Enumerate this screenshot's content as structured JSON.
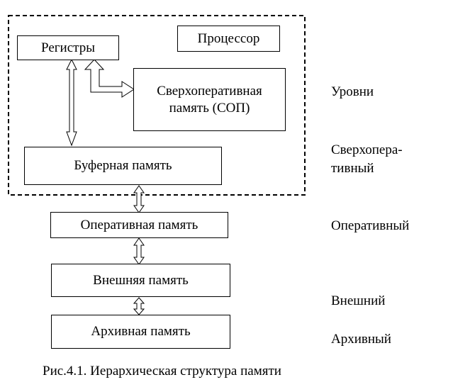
{
  "diagram": {
    "boxes": {
      "registers": "Регистры",
      "processor": "Процессор",
      "sop": "Сверхоперативная память (СОП)",
      "buffer": "Буферная память",
      "main_memory": "Оперативная память",
      "external_memory": "Внешняя память",
      "archive_memory": "Архивная память"
    },
    "levels": {
      "title": "Уровни",
      "super_line1": "Сверхопера-",
      "super_line2": "тивный",
      "operative": "Оперативный",
      "external": "Внешний",
      "archive": "Архивный"
    },
    "caption": "Рис.4.1. Иерархическая структура памяти"
  }
}
